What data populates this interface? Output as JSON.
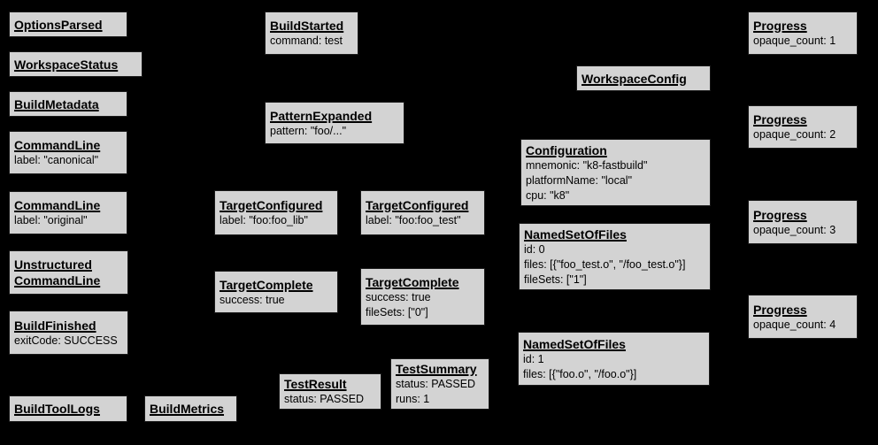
{
  "diagram": {
    "colors": {
      "background": "#000000",
      "node-fill": "#d3d3d3",
      "node-border": "#1a1a1a",
      "text": "#000000"
    },
    "nodes": [
      {
        "id": "options-parsed",
        "title": "OptionsParsed"
      },
      {
        "id": "workspace-status",
        "title": "WorkspaceStatus"
      },
      {
        "id": "build-metadata",
        "title": "BuildMetadata"
      },
      {
        "id": "command-line-canonical",
        "title": "CommandLine",
        "lines": [
          "label: \"canonical\""
        ]
      },
      {
        "id": "command-line-original",
        "title": "CommandLine",
        "lines": [
          "label: \"original\""
        ]
      },
      {
        "id": "unstructured-command-line",
        "title": "Unstructured",
        "title2": "CommandLine"
      },
      {
        "id": "build-finished",
        "title": "BuildFinished",
        "lines": [
          "exitCode: SUCCESS"
        ]
      },
      {
        "id": "build-tool-logs",
        "title": "BuildToolLogs"
      },
      {
        "id": "build-metrics",
        "title": "BuildMetrics"
      },
      {
        "id": "build-started",
        "title": "BuildStarted",
        "lines": [
          "command: test"
        ]
      },
      {
        "id": "pattern-expanded",
        "title": "PatternExpanded",
        "lines": [
          "pattern: \"foo/...\""
        ]
      },
      {
        "id": "target-configured-foo-lib",
        "title": "TargetConfigured",
        "lines": [
          "label: \"foo:foo_lib\""
        ]
      },
      {
        "id": "target-configured-foo-test",
        "title": "TargetConfigured",
        "lines": [
          "label: \"foo:foo_test\""
        ]
      },
      {
        "id": "target-complete-foo-lib",
        "title": "TargetComplete",
        "lines": [
          "success: true"
        ]
      },
      {
        "id": "target-complete-foo-test",
        "title": "TargetComplete",
        "lines": [
          "success: true",
          "fileSets: [\"0\"]"
        ]
      },
      {
        "id": "test-result",
        "title": "TestResult",
        "lines": [
          "status: PASSED"
        ]
      },
      {
        "id": "test-summary",
        "title": "TestSummary",
        "lines": [
          "status: PASSED",
          "runs: 1"
        ]
      },
      {
        "id": "workspace-config",
        "title": "WorkspaceConfig"
      },
      {
        "id": "configuration",
        "title": "Configuration",
        "lines": [
          "mnemonic: \"k8-fastbuild\"",
          "platformName: \"local\"",
          "cpu: \"k8\""
        ]
      },
      {
        "id": "named-set-of-files-0",
        "title": "NamedSetOfFiles",
        "lines": [
          "id: 0",
          "files: [{\"foo_test.o\", \"/foo_test.o\"}]",
          "fileSets: [\"1\"]"
        ]
      },
      {
        "id": "named-set-of-files-1",
        "title": "NamedSetOfFiles",
        "lines": [
          "id: 1",
          "files: [{\"foo.o\", \"/foo.o\"}]"
        ]
      },
      {
        "id": "progress-1",
        "title": "Progress",
        "lines": [
          "opaque_count: 1"
        ]
      },
      {
        "id": "progress-2",
        "title": "Progress",
        "lines": [
          "opaque_count: 2"
        ]
      },
      {
        "id": "progress-3",
        "title": "Progress",
        "lines": [
          "opaque_count: 3"
        ]
      },
      {
        "id": "progress-4",
        "title": "Progress",
        "lines": [
          "opaque_count: 4"
        ]
      }
    ]
  }
}
